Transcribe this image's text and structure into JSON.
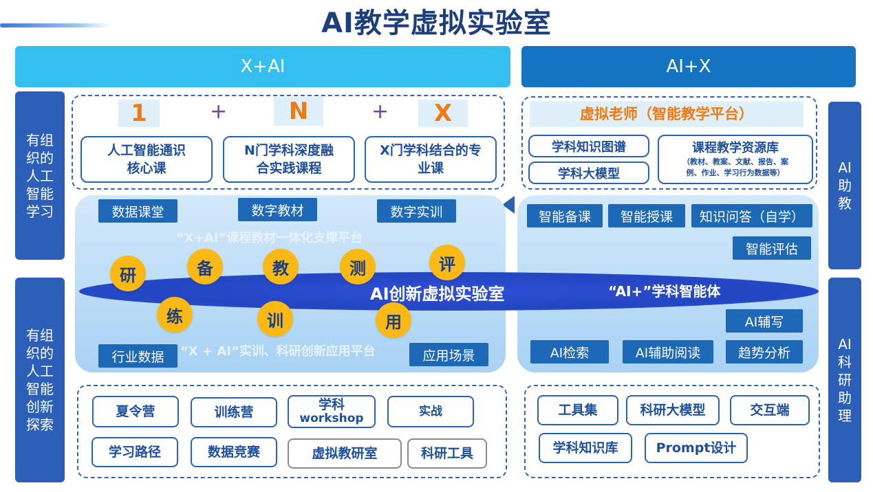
{
  "title": "AI教学虚拟实验室",
  "banners": {
    "left": "X+AI",
    "right": "AI+X"
  },
  "side": {
    "left_top": "有组织的人工智能学习",
    "left_bottom": "有组织的人工智能创新探索",
    "right_top": "AI助教",
    "right_bottom": "AI科研助理"
  },
  "formula": {
    "a": "1",
    "plus1": "+",
    "b": "N",
    "plus2": "+",
    "c": "X"
  },
  "courses": [
    {
      "line1": "人工智能通识",
      "line2": "核心课"
    },
    {
      "line1": "N门学科深度融",
      "line2": "合实践课程"
    },
    {
      "line1": "X门学科结合的专",
      "line2": "业课"
    }
  ],
  "teacher": {
    "title": "虚拟老师（智能教学平台）",
    "kg": "学科知识图谱",
    "model": "学科大模型",
    "res_title": "课程教学资源库",
    "res_line1": "（教材、教案、文献、报告、案",
    "res_line2": "例、作业、学习行为数据等）"
  },
  "platform_left": {
    "chips_top": [
      "数据课堂",
      "数字教材",
      "数字实训"
    ],
    "caption_top": "“X+AI”课程教材一体化支撑平台",
    "chips_bottom": [
      "行业数据",
      "应用场景"
    ],
    "caption_bottom": "“X + AI”实训、科研创新应用平台",
    "circles": [
      "研",
      "备",
      "教",
      "测",
      "评",
      "练",
      "训",
      "用"
    ]
  },
  "center_label": "AI创新虚拟实验室",
  "agent_label": "“AI+”学科智能体",
  "platform_right": {
    "chips_top": [
      "智能备课",
      "智能授课",
      "知识问答（自学）"
    ],
    "assess": "智能评估",
    "write": "AI辅写",
    "chips_bottom": [
      "AI检索",
      "AI辅助阅读",
      "趋势分析"
    ]
  },
  "bottom_left": [
    "夏令营",
    "训练营",
    "学科",
    "workshop",
    "实战",
    "学习路径",
    "数据竞赛",
    "虚拟教研室",
    "科研工具"
  ],
  "bottom_right": [
    "工具集",
    "科研大模型",
    "交互端",
    "学科知识库",
    "Prompt设计"
  ]
}
